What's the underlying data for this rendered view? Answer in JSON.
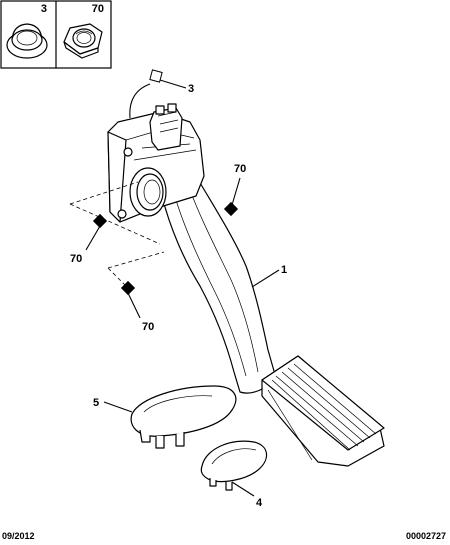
{
  "legend": {
    "items": [
      {
        "ref": "3",
        "icon": "grommet-icon"
      },
      {
        "ref": "70",
        "icon": "nut-icon"
      }
    ]
  },
  "callouts": [
    {
      "ref": "3",
      "part": "grommet"
    },
    {
      "ref": "70",
      "part": "nut"
    },
    {
      "ref": "70",
      "part": "nut"
    },
    {
      "ref": "70",
      "part": "nut"
    },
    {
      "ref": "1",
      "part": "accelerator-pedal"
    },
    {
      "ref": "5",
      "part": "cover-large"
    },
    {
      "ref": "4",
      "part": "cover-small"
    }
  ],
  "footer": {
    "date": "09/2012",
    "code": "00002727"
  }
}
